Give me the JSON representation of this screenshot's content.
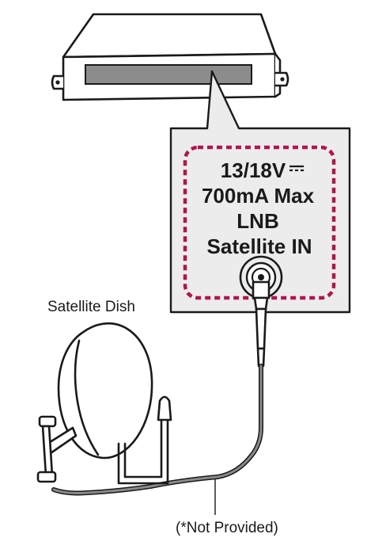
{
  "panel": {
    "line1": "13/18V",
    "line2": "700mA Max",
    "line3": "LNB",
    "line4": "Satellite IN"
  },
  "labels": {
    "dish": "Satellite Dish",
    "not_provided": "(*Not Provided)"
  },
  "colors": {
    "outline": "#1a1a1a",
    "callout_fill": "#ececec",
    "slot_fill": "#8c8c8c",
    "dashed_border": "#b0154f",
    "cable": "#777777"
  },
  "icons": {
    "dc_symbol": "dc-voltage-icon"
  }
}
